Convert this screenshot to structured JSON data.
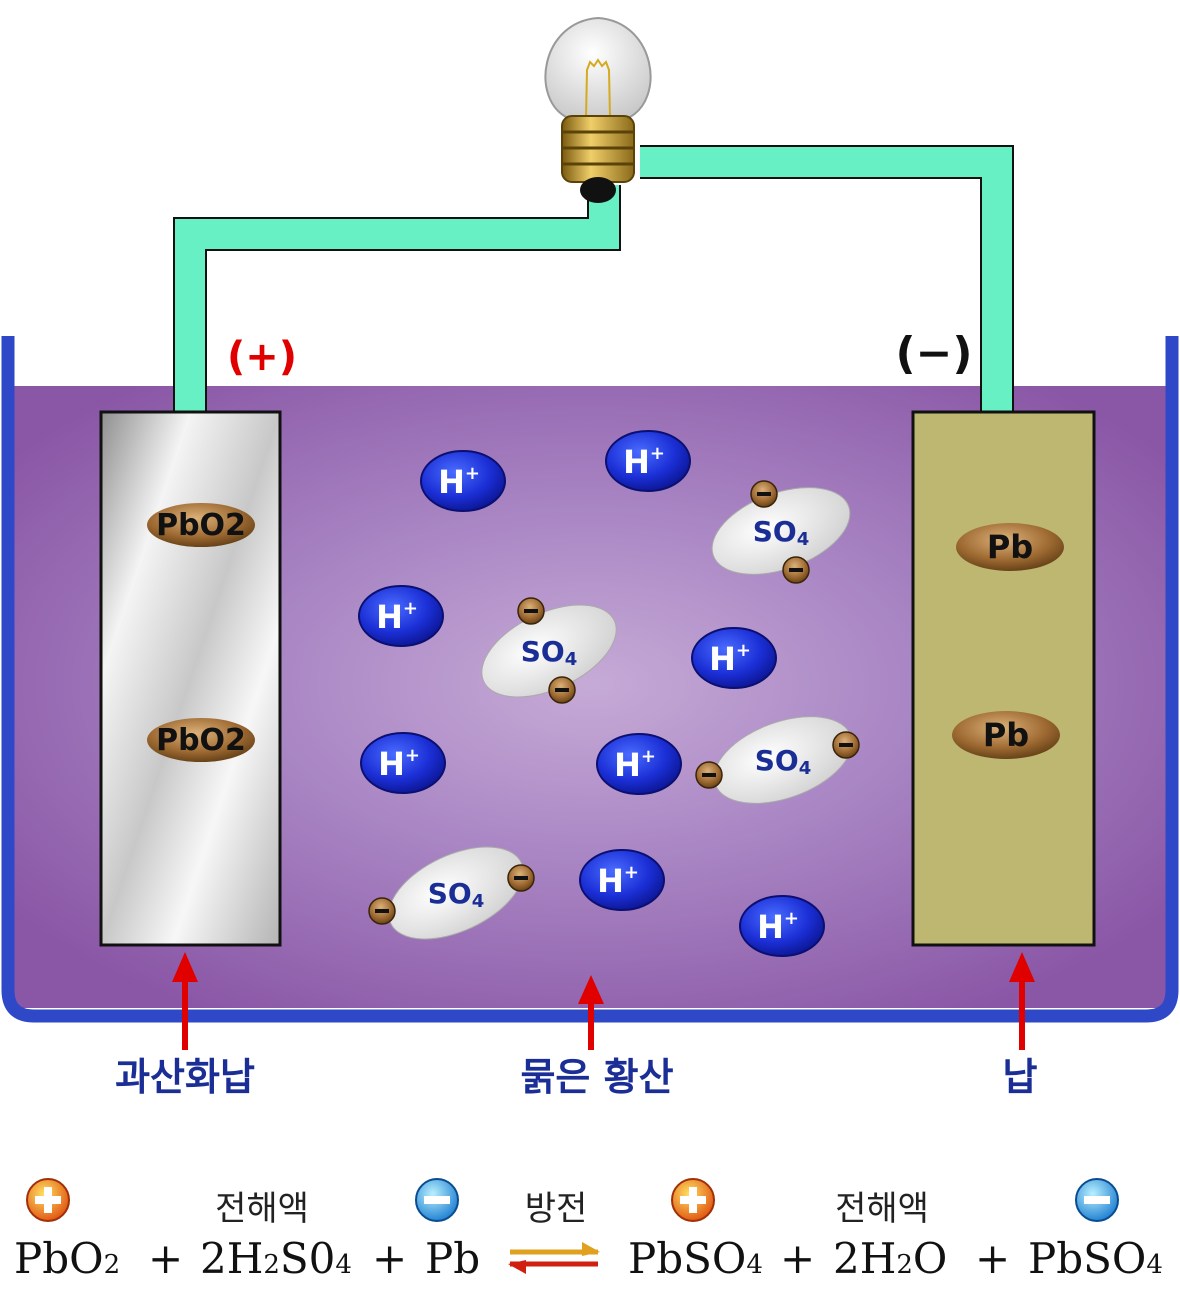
{
  "terminals": {
    "positive": "(+)",
    "negative": "(−)"
  },
  "electrodes": {
    "positive": {
      "molecules": [
        "PbO2",
        "PbO2"
      ]
    },
    "negative": {
      "molecules": [
        "Pb",
        "Pb"
      ]
    }
  },
  "ions": {
    "hydrogen": {
      "base": "H",
      "charge": "+",
      "count": 8
    },
    "sulfate": {
      "base": "SO",
      "subscript": "4",
      "charge_symbol": "−",
      "count": 4
    }
  },
  "labels": {
    "positive_plate": "과산화납",
    "electrolyte": "묽은 황산",
    "negative_plate": "납"
  },
  "equation": {
    "reactant1": "PbO",
    "reactant1_sub": "2",
    "plus1": "+",
    "reactant2_coef": "2H",
    "reactant2_sub1": "2",
    "reactant2_mid": "S0",
    "reactant2_sub2": "4",
    "plus2": "+",
    "reactant3": "Pb",
    "product1": "PbSO",
    "product1_sub": "4",
    "plus3": "+",
    "product2": "2H",
    "product2_sub": "2",
    "product2_end": "O",
    "plus4": "+",
    "product3": "PbSO",
    "product3_sub": "4",
    "note_electrolyte_left": "전해액",
    "note_discharge": "방전",
    "note_electrolyte_right": "전해액"
  },
  "colors": {
    "electrolyte": "#8f5ea8",
    "wire": "#66f0c4",
    "tank_wall": "#2e48c8",
    "arrow": "#e00000",
    "label_text": "#1a2e96",
    "pbo2_plate": "#d0d0d0",
    "pb_plate": "#bdb771",
    "h_ion": "#1a2ec8",
    "so4_ion": "#e9e9e9"
  }
}
